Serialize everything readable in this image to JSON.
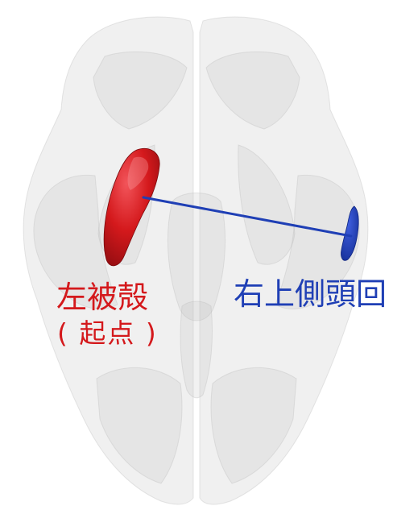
{
  "labels": {
    "left_region": "左被殻",
    "left_region_note": "( 起点 )",
    "right_region": "右上側頭回"
  },
  "colors": {
    "left_region": "#d4191c",
    "right_region": "#1f3fb5",
    "connection_line": "#1f3fb5",
    "brain_surface": "#d9d9d9"
  }
}
